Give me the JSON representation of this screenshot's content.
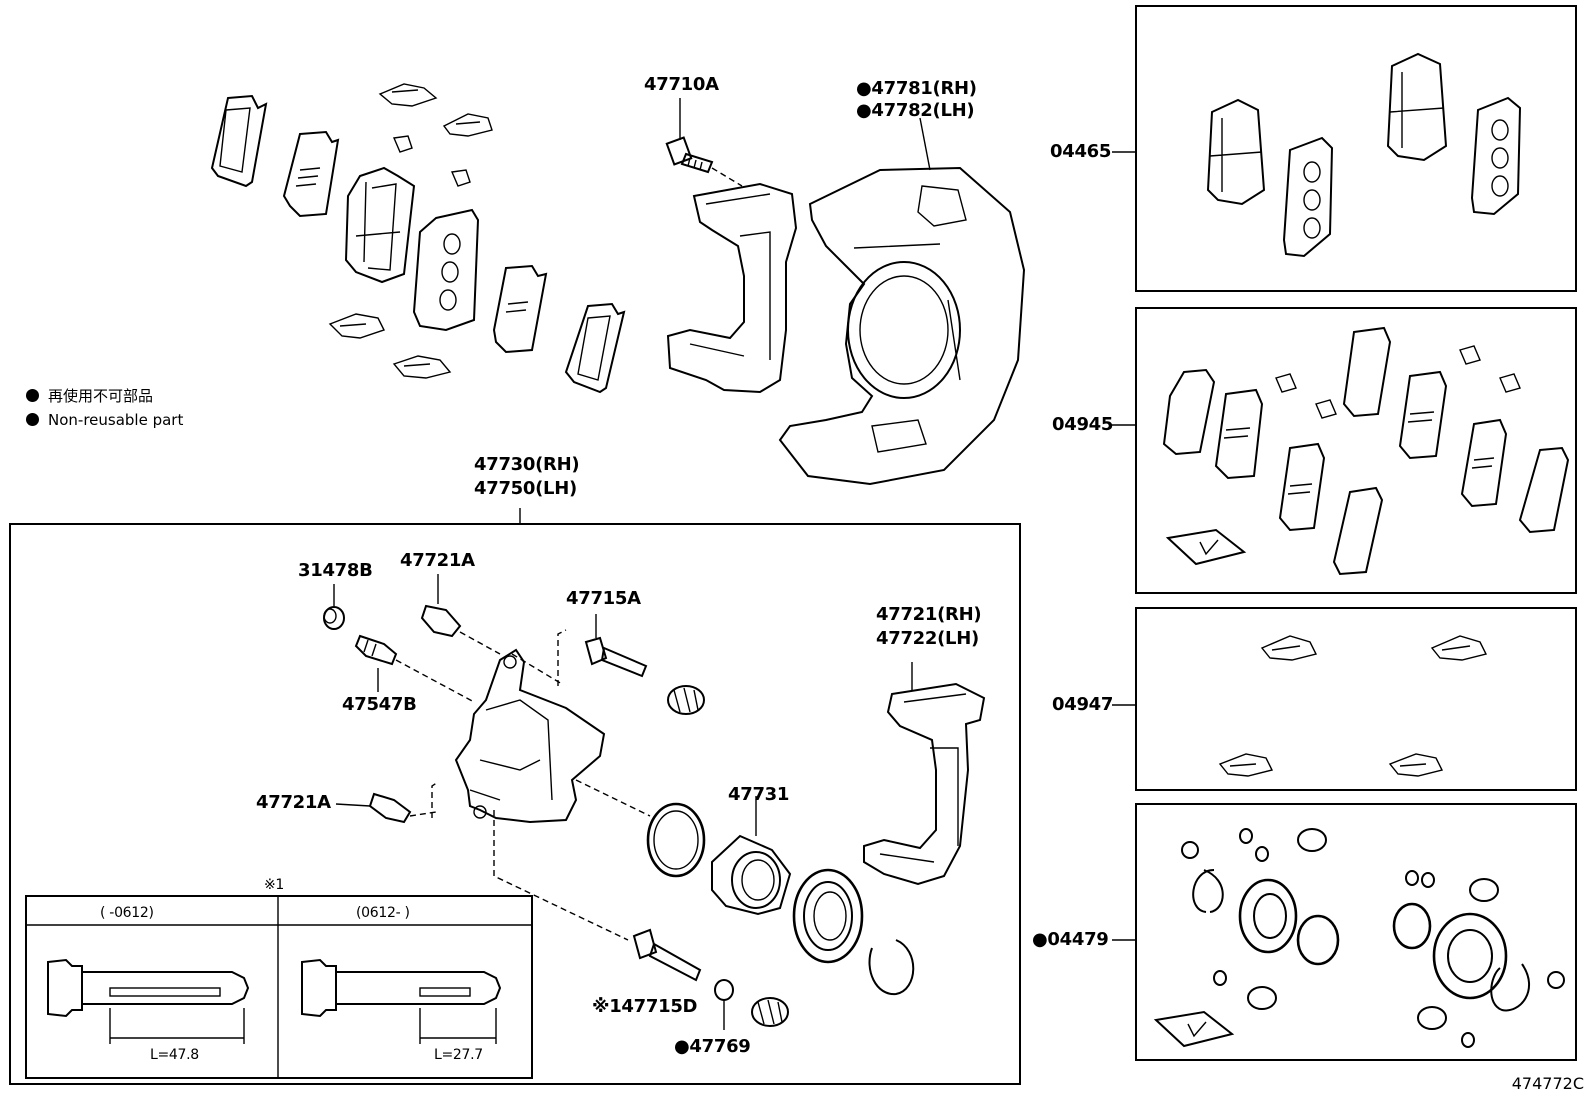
{
  "legend": {
    "jp": "再使用不可部品",
    "en": "Non-reusable part"
  },
  "labels": {
    "p47710A": "47710A",
    "p47781": "●47781(RH)",
    "p47782": "●47782(LH)",
    "p47730": "47730(RH)",
    "p47750": "47750(LH)",
    "p31478B": "31478B",
    "p47721A_top": "47721A",
    "p47715A": "47715A",
    "p47547B": "47547B",
    "p47721": "47721(RH)",
    "p47722": "47722(LH)",
    "p47721A_bottom": "47721A",
    "p47731": "47731",
    "p47715D": "※147715D",
    "p47769": "●47769",
    "p04465": "04465",
    "p04945": "04945",
    "p04947": "04947",
    "p04479": "●04479"
  },
  "inset": {
    "marker": "※1",
    "col1": "(      -0612)",
    "col2": "(0612-       )",
    "dim1": "L=47.8",
    "dim2": "L=27.7"
  },
  "illustration_ref": "474772C"
}
